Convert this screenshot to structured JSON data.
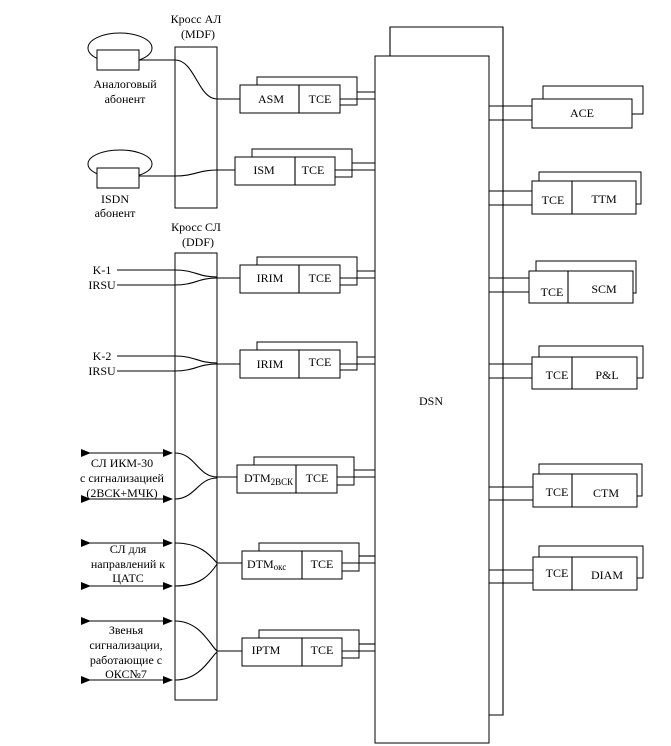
{
  "mdf": {
    "line1": "Кросс АЛ",
    "line2": "(MDF)"
  },
  "ddf": {
    "line1": "Кросс СЛ",
    "line2": "(DDF)"
  },
  "subscribers": [
    {
      "line1": "Аналоговый",
      "line2": "абонент"
    },
    {
      "line1": "ISDN",
      "line2": "абонент"
    }
  ],
  "trunks": [
    {
      "line1": "K-1",
      "line2": "IRSU"
    },
    {
      "line1": "K-2",
      "line2": "IRSU"
    }
  ],
  "links": [
    {
      "lines": [
        "СЛ ИКМ-30",
        "с сигнализацией",
        "(2ВСК+МЧК)"
      ]
    },
    {
      "lines": [
        "СЛ для",
        "направлений к",
        "ЦАТС"
      ]
    },
    {
      "lines": [
        "Звенья",
        "сигнализации,",
        "работающие с",
        "ОКС№7"
      ]
    }
  ],
  "left_modules": [
    {
      "label": "ASM",
      "tce": "TCE"
    },
    {
      "label": "ISM",
      "tce": "TCE"
    },
    {
      "label": "IRIM",
      "tce": "TCE"
    },
    {
      "label": "IRIM",
      "tce": "TCE"
    },
    {
      "label": "DTM",
      "sub": "2ВСК",
      "tce": "TCE"
    },
    {
      "label": "DTM",
      "sub": "окс",
      "tce": "TCE"
    },
    {
      "label": "IPTM",
      "tce": "TCE"
    }
  ],
  "dsn_label": "DSN",
  "right_modules": [
    {
      "label": "ACE"
    },
    {
      "label": "TTM",
      "tce": "TCE"
    },
    {
      "label": "SCM",
      "tce": "TCE"
    },
    {
      "label": "P&L",
      "tce": "TCE"
    },
    {
      "label": "CTM",
      "tce": "TCE"
    },
    {
      "label": "DIAM",
      "tce": "TCE"
    }
  ]
}
